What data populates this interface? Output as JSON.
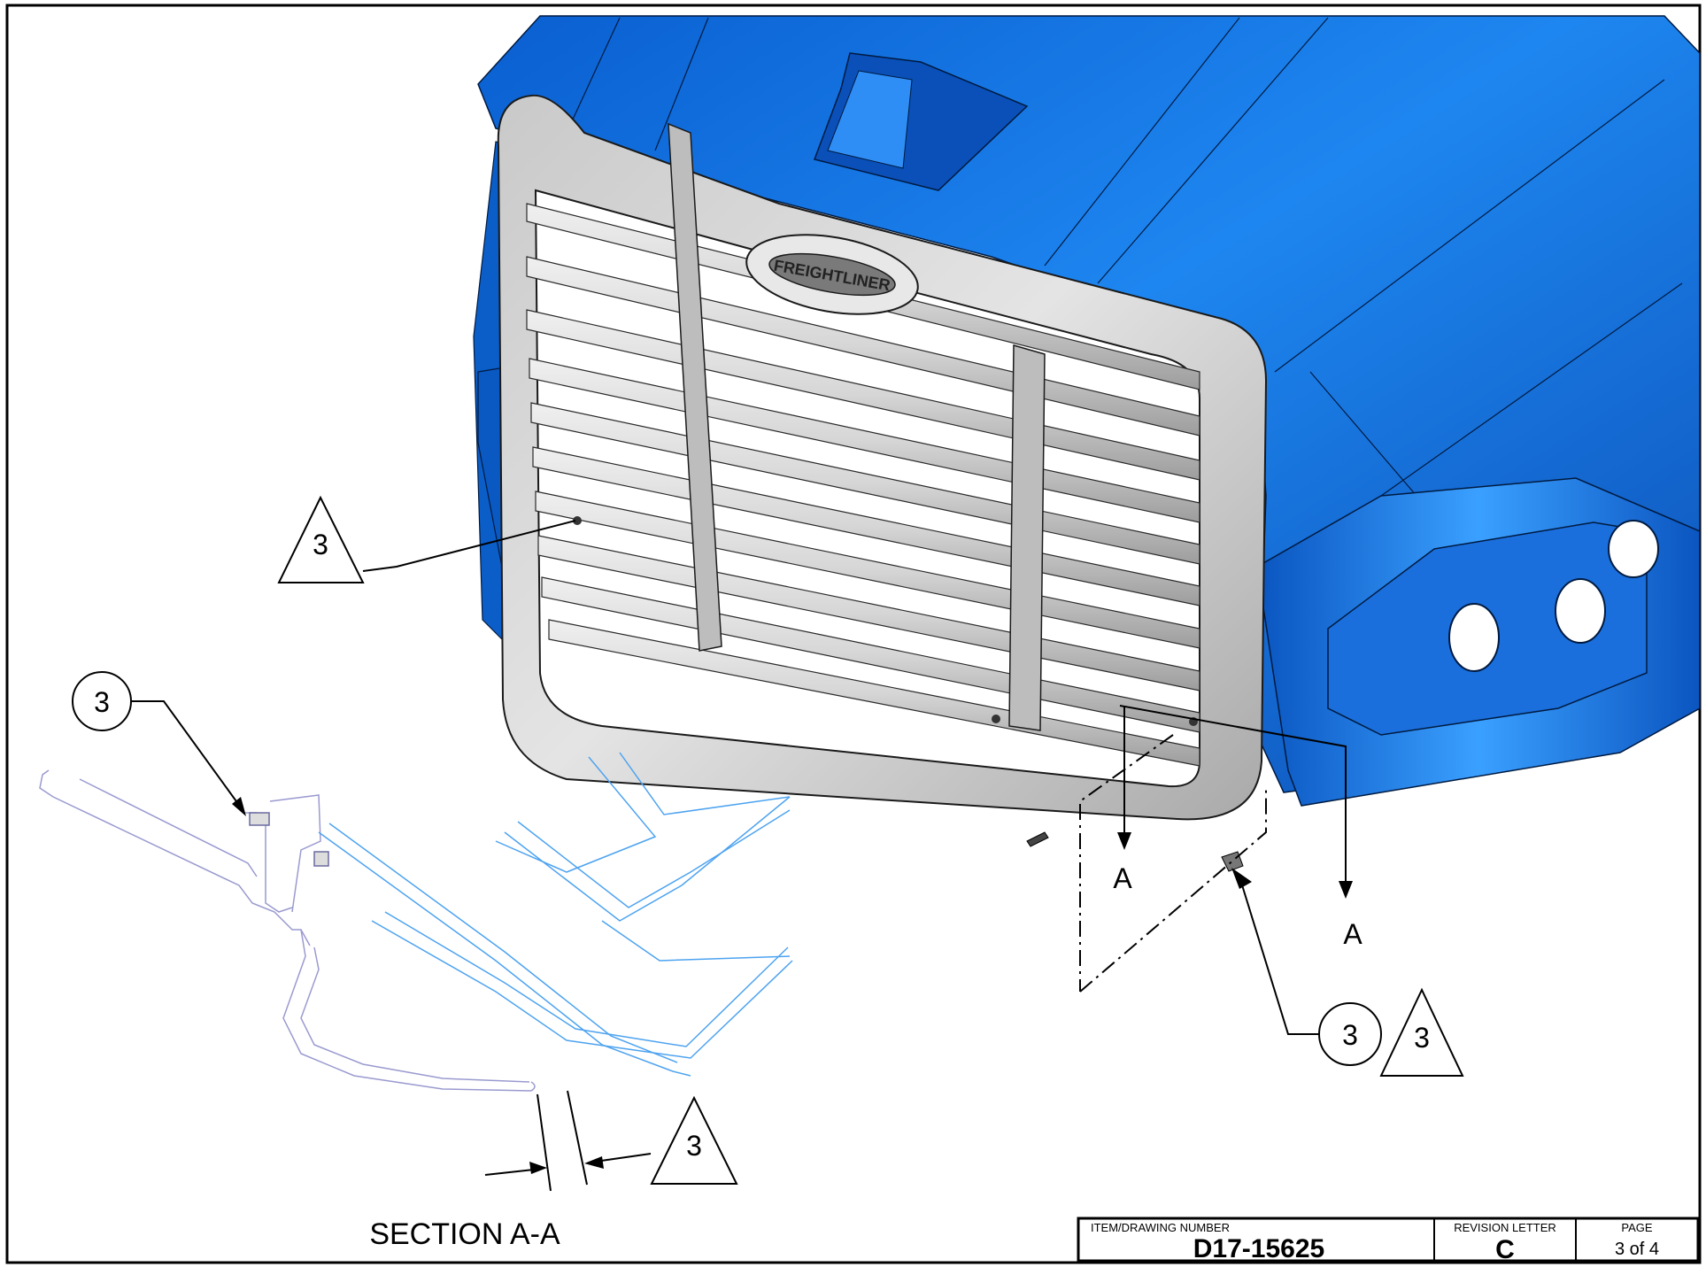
{
  "drawing": {
    "callouts": {
      "triangle_left": "3",
      "circle_left": "3",
      "circle_right": "3",
      "triangle_right": "3",
      "triangle_bottom": "3"
    },
    "section_markers": {
      "left": "A",
      "right": "A"
    },
    "section_caption": "SECTION A-A",
    "logo_text": "FREIGHTLINER",
    "colors": {
      "body_blue": "#1e7fe8",
      "body_blue_dark": "#0a56b8",
      "grille_gray": "#d4d4d4",
      "grille_gray_dark": "#9a9a9a",
      "section_blue": "#4da3f0",
      "section_violet": "#9a9ad0"
    }
  },
  "title_block": {
    "item_label": "ITEM/DRAWING NUMBER",
    "item_value": "D17-15625",
    "revision_label": "REVISION LETTER",
    "revision_value": "C",
    "page_label": "PAGE",
    "page_value": "3 of 4"
  }
}
